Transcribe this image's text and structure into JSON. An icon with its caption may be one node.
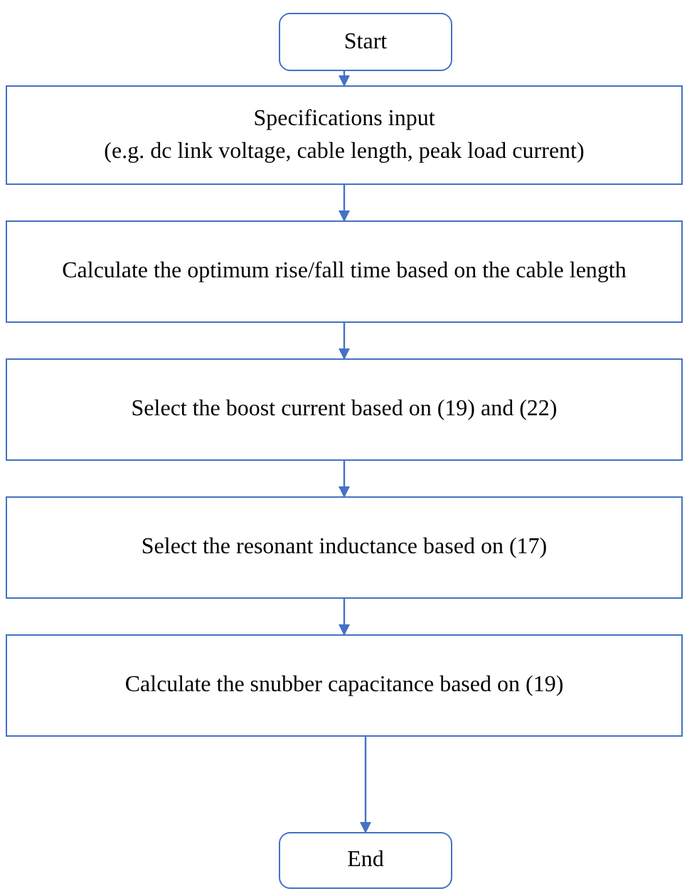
{
  "diagram": {
    "nodes": [
      {
        "text": [
          "Start"
        ]
      },
      {
        "text": [
          "Specifications input",
          "(e.g. dc link voltage, cable length, peak load current)"
        ]
      },
      {
        "text": [
          "Calculate the optimum rise/fall time based on the cable length"
        ]
      },
      {
        "text": [
          "Select the boost current based on (19) and (22)"
        ]
      },
      {
        "text": [
          "Select the resonant inductance based on (17)"
        ]
      },
      {
        "text": [
          "Calculate the snubber capacitance based on (19)"
        ]
      },
      {
        "text": [
          "End"
        ]
      }
    ],
    "edges": [
      {
        "from": 0,
        "to": 1,
        "arrow": "to"
      },
      {
        "from": 1,
        "to": 2,
        "arrow": "to"
      },
      {
        "from": 2,
        "to": 3,
        "arrow": "to"
      },
      {
        "from": 3,
        "to": 4,
        "arrow": "to"
      },
      {
        "from": 4,
        "to": 5,
        "arrow": "to"
      },
      {
        "from": 5,
        "to": 6,
        "arrow": "to"
      }
    ]
  }
}
